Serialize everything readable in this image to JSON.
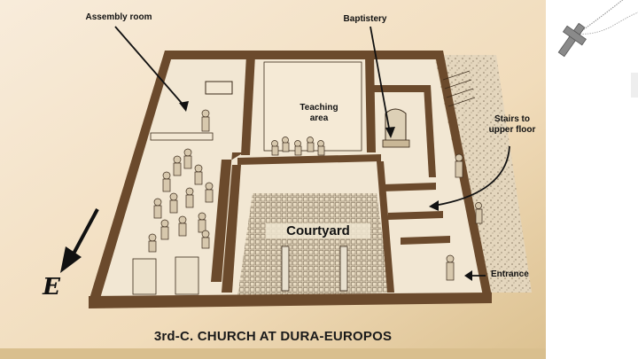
{
  "slide": {
    "caption": "3rd-C. CHURCH AT DURA-EUROPOS",
    "labels": {
      "assembly_room": "Assembly room",
      "baptistery": "Baptistery",
      "teaching_area": "Teaching\narea",
      "stairs": "Stairs to\nupper floor",
      "courtyard": "Courtyard",
      "entrance": "Entrance",
      "compass": "E"
    },
    "icons": [
      "cross-pendant-icon",
      "compass-arrow-icon"
    ],
    "colors": {
      "panel_bg_light": "#f6ead7",
      "panel_bg_dark": "#e0c79b",
      "wall": "#6b4a2c",
      "floor": "#efe3cd"
    }
  }
}
